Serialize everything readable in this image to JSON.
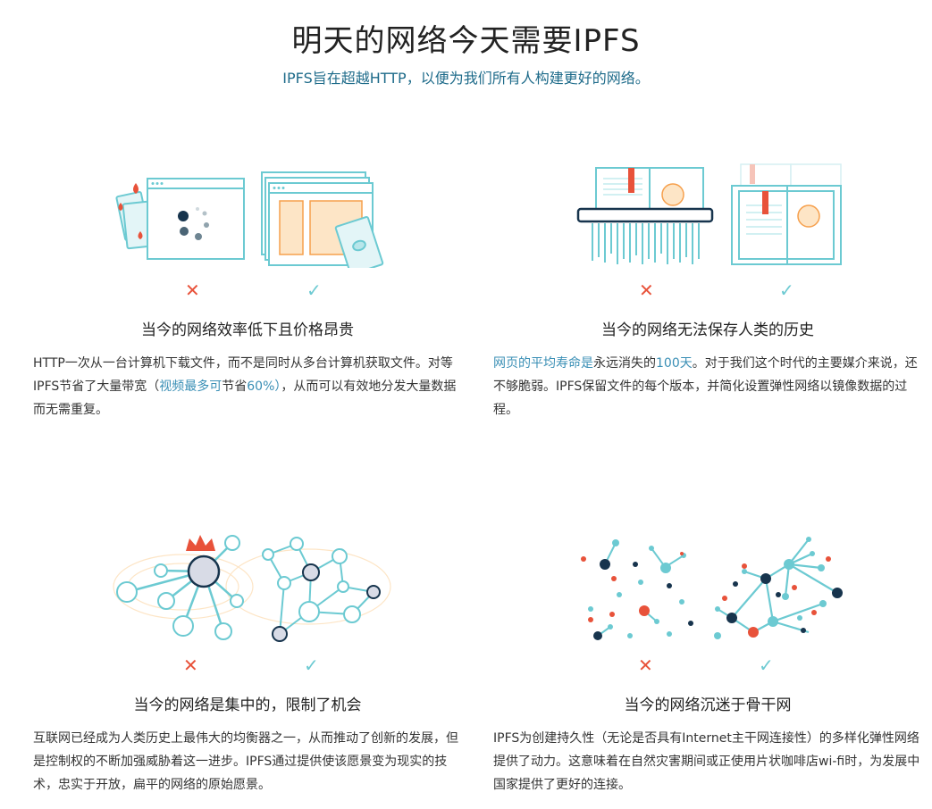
{
  "header": {
    "title": "明天的网络今天需要IPFS",
    "subtitle": "IPFS旨在超越HTTP，以便为我们所有人构建更好的网络。"
  },
  "marks": {
    "bad": "✕",
    "good": "✓"
  },
  "colors": {
    "teal": "#6ccad2",
    "navy": "#17344d",
    "red": "#e8523a",
    "orange": "#f6a04d",
    "link": "#3a8fb5"
  },
  "cards": [
    {
      "heading": "当今的网络效率低下且价格昂贵",
      "body_1": "HTTP一次从一台计算机下载文件，而不是同时从多台计算机获取文件。对等IPFS节省了大量带宽（",
      "link_1": "视频最多可",
      "body_2": "节省",
      "link_2": "60%）",
      "body_3": "，从而可以有效地分发大量数据而无需重复。"
    },
    {
      "heading": "当今的网络无法保存人类的历史",
      "link_1": "网页的平均寿命是",
      "body_1": "永远消失的",
      "link_2": "100天",
      "body_2": "。对于我们这个时代的主要媒介来说，还不够脆弱。IPFS保留文件的每个版本，并简化设置弹性网络以镜像数据的过程。"
    },
    {
      "heading": "当今的网络是集中的，限制了机会",
      "body_1": "互联网已经成为人类历史上最伟大的均衡器之一，从而推动了创新的发展，但是控制权的不断加强威胁着这一进步。IPFS通过提供使该愿景变为现实的技术，忠实于开放，扁平的网络的原始愿景。"
    },
    {
      "heading": "当今的网络沉迷于骨干网",
      "body_1": "IPFS为创建持久性（无论是否具有Internet主干网连接性）的多样化弹性网络提供了动力。这意味着在自然灾害期间或正使用片状咖啡店wi-fi时，为发展中国家提供了更好的连接。"
    }
  ]
}
